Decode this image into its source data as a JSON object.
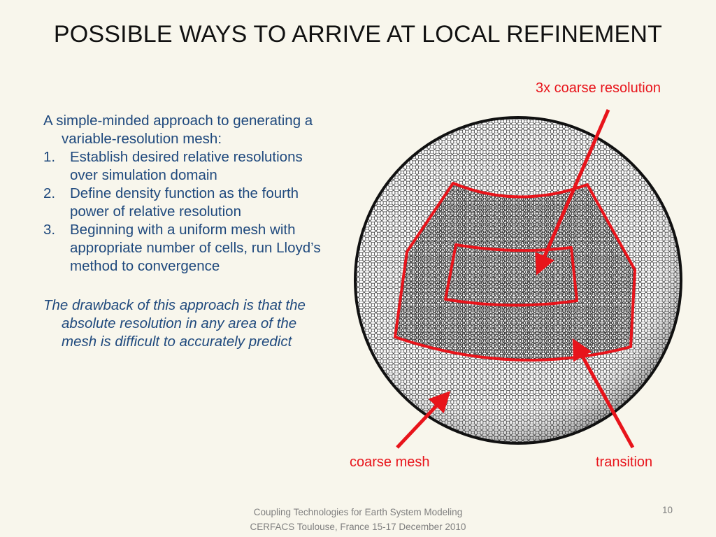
{
  "slide": {
    "title": "POSSIBLE WAYS TO ARRIVE AT LOCAL REFINEMENT",
    "intro": "A simple-minded approach to generating a variable-resolution mesh:",
    "steps": [
      {
        "num": "1.",
        "text": "Establish desired relative resolutions over simulation domain"
      },
      {
        "num": "2.",
        "text": "Define density function as the fourth power of relative resolution"
      },
      {
        "num": "3.",
        "text": "Beginning with a uniform mesh with appropriate number of cells, run Lloyd’s method to convergence"
      }
    ],
    "drawback": "The drawback of this approach is that the absolute resolution in any area of the mesh is difficult to accurately predict"
  },
  "figure": {
    "labels": {
      "fine": "3x coarse resolution",
      "coarse": "coarse mesh",
      "transition": "transition"
    },
    "annotation_color": "#e8141b"
  },
  "footer": {
    "line1": "Coupling Technologies for Earth System Modeling",
    "line2": "CERFACS Toulouse, France 15-17 December 2010",
    "page": "10"
  }
}
